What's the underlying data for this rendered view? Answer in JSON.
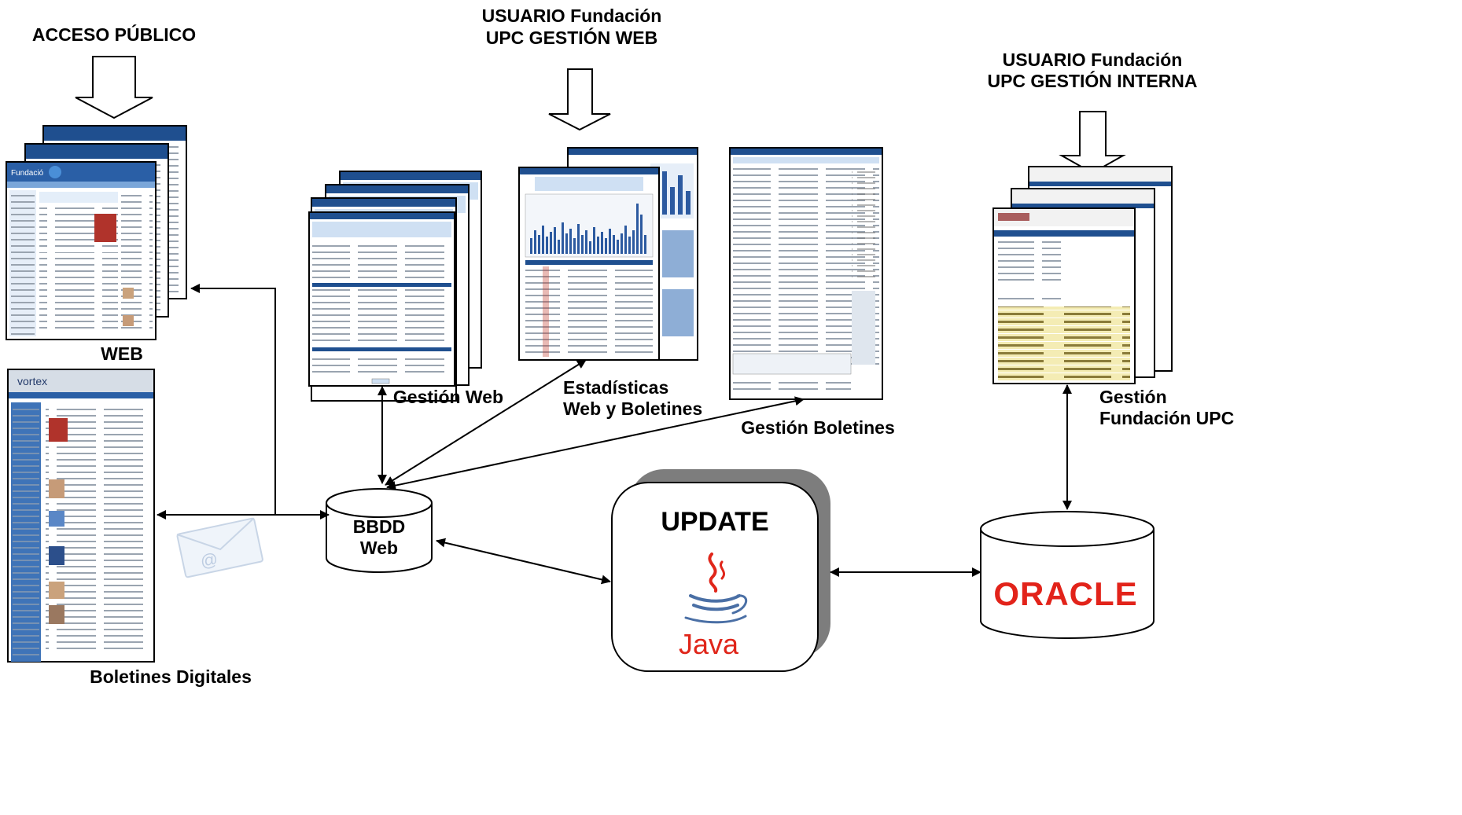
{
  "labels": {
    "acceso_publico": "ACCESO PÚBLICO",
    "usuario_web_1": "USUARIO Fundación",
    "usuario_web_2": "UPC GESTIÓN WEB",
    "usuario_interna_1": "USUARIO Fundación",
    "usuario_interna_2": "UPC GESTIÓN INTERNA",
    "web": "WEB",
    "gestion_web": "Gestión Web",
    "estadisticas_1": "Estadísticas",
    "estadisticas_2": "Web y Boletines",
    "gestion_boletines": "Gestión Boletines",
    "gestion_fundacion_1": "Gestión",
    "gestion_fundacion_2": "Fundación UPC",
    "boletines_digitales": "Boletines Digitales",
    "bbdd_1": "BBDD",
    "bbdd_2": "Web",
    "update": "UPDATE",
    "java": "Java",
    "oracle": "ORACLE",
    "vortex": "vortex",
    "fundacio": "Fundació"
  },
  "colors": {
    "arrow": "#000000",
    "java_red": "#e0261a",
    "java_blue": "#4a6fa5",
    "oracle_red": "#e2231a",
    "shadow_gray": "#7d7d7d",
    "screen_header_blue": "#1f4f8f",
    "screen_light_blue": "#cfe0f3",
    "fundacion_yellow": "#f4ecb4"
  }
}
